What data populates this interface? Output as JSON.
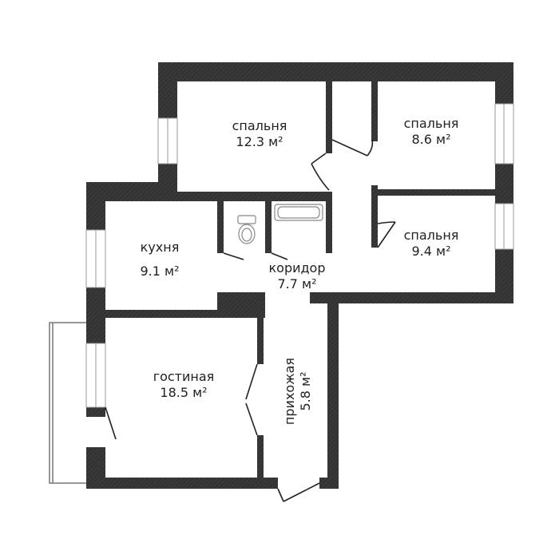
{
  "plan": {
    "type": "apartment floor plan",
    "wall_color": "#333333",
    "rooms": [
      {
        "id": "bedroom-1",
        "name": "спальня",
        "area": "12.3 м²"
      },
      {
        "id": "bedroom-2",
        "name": "спальня",
        "area": "8.6 м²"
      },
      {
        "id": "bedroom-3",
        "name": "спальня",
        "area": "9.4 м²"
      },
      {
        "id": "kitchen",
        "name": "кухня",
        "area": "9.1 м²"
      },
      {
        "id": "corridor",
        "name": "коридор",
        "area": "7.7 м²"
      },
      {
        "id": "living-room",
        "name": "гостиная",
        "area": "18.5 м²"
      },
      {
        "id": "hallway",
        "name": "прихожая",
        "area": "5.8 м²"
      }
    ]
  }
}
